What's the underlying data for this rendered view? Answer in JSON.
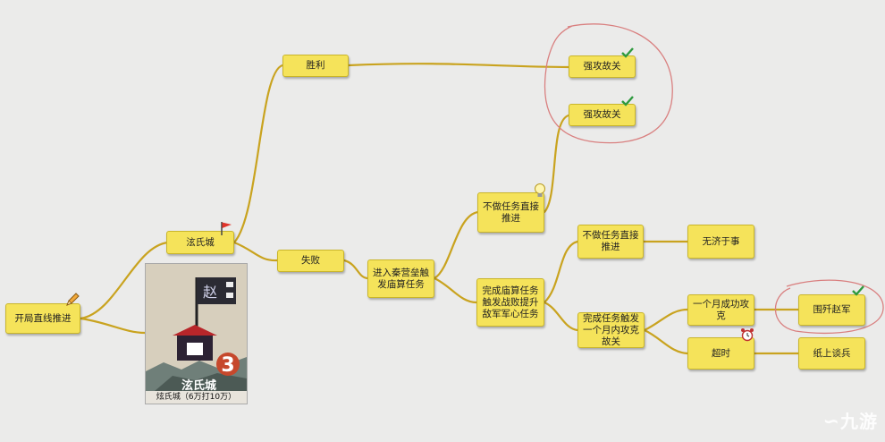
{
  "nodes": {
    "start": "开局直线推进",
    "xuan_city": "泫氏城",
    "victory": "胜利",
    "defeat": "失败",
    "storm_pass_1": "强攻故关",
    "storm_pass_2": "强攻故关",
    "enter_camp": "进入秦营垒触发庙算任务",
    "skip_task": "不做任务直接推进",
    "complete_task": "完成庙算任务触发战败提升敌军军心任务",
    "skip_task_2": "不做任务直接推进",
    "no_help": "无济于事",
    "complete_task_2": "完成任务触发一个月内攻克故关",
    "one_month": "一个月成功攻克",
    "surround_zhao": "围歼赵军",
    "timeout": "超时",
    "paper_talk": "纸上谈兵"
  },
  "artwork": {
    "caption": "炫氏城（6万打10万）",
    "flag_glyph": "赵",
    "badge_number": "3",
    "city_label": "泫氏城"
  },
  "watermark": "九游",
  "colors": {
    "node_fill": "#f5e35a",
    "node_border": "#c9b52a",
    "connector": "#c9a31f",
    "circle": "#d98080",
    "check": "#2e9a3e"
  },
  "icons": [
    "pencil-icon",
    "flag-icon",
    "check-icon",
    "bulb-icon",
    "alarm-clock-icon"
  ]
}
